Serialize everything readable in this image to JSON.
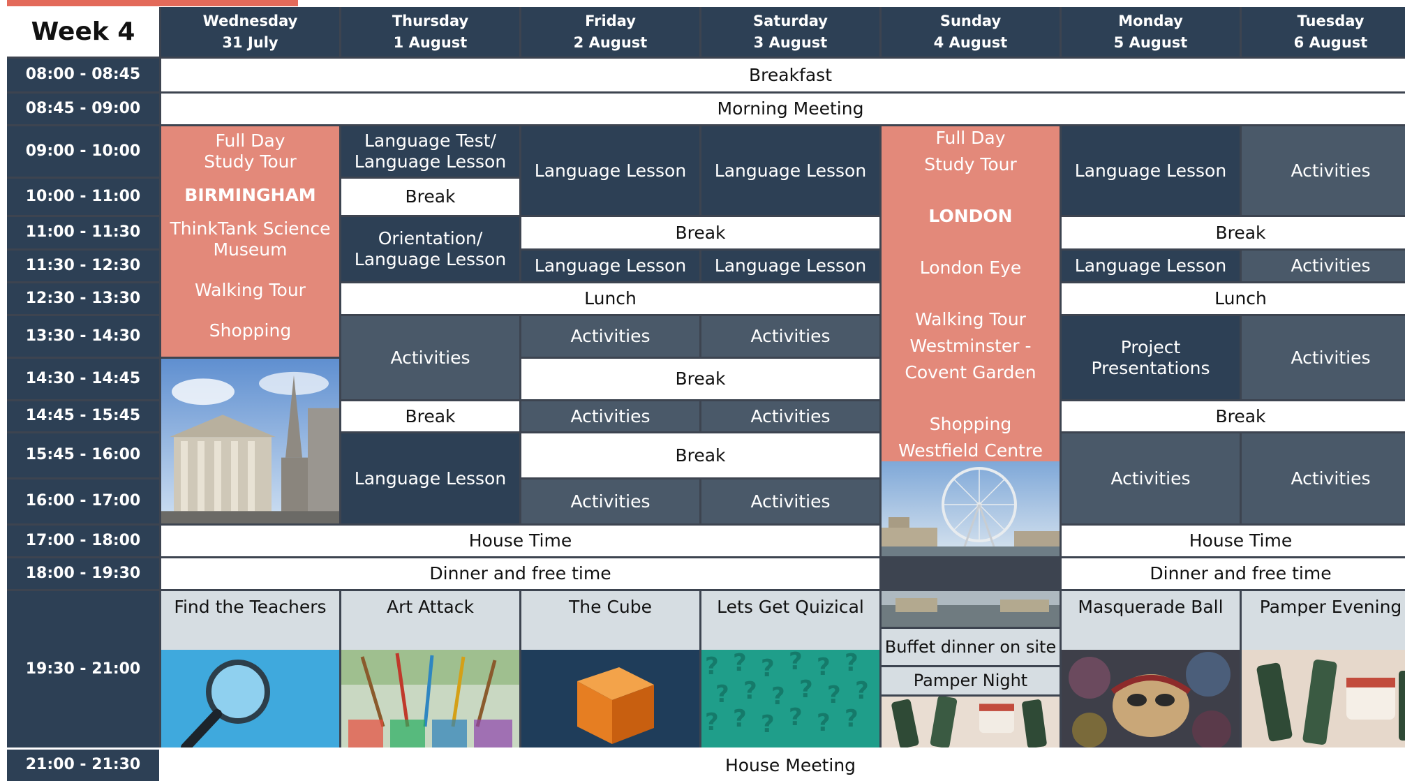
{
  "week_label": "Week 4",
  "days": [
    {
      "day": "Wednesday",
      "date": "31 July"
    },
    {
      "day": "Thursday",
      "date": "1 August"
    },
    {
      "day": "Friday",
      "date": "2 August"
    },
    {
      "day": "Saturday",
      "date": "3 August"
    },
    {
      "day": "Sunday",
      "date": "4 August"
    },
    {
      "day": "Monday",
      "date": "5 August"
    },
    {
      "day": "Tuesday",
      "date": "6 August"
    }
  ],
  "times": [
    "08:00 - 08:45",
    "08:45 - 09:00",
    "09:00 - 10:00",
    "10:00 - 11:00",
    "11:00 - 11:30",
    "11:30 - 12:30",
    "12:30 - 13:30",
    "13:30 - 14:30",
    "14:30 - 14:45",
    "14:45 - 15:45",
    "15:45 - 16:00",
    "16:00 - 17:00",
    "17:00 - 18:00",
    "18:00 - 19:30",
    "19:30 - 21:00",
    "21:00 - 21:30"
  ],
  "events": {
    "breakfast": "Breakfast",
    "morning_meeting": "Morning Meeting",
    "wed_tour": [
      "Full Day",
      "Study Tour",
      "BIRMINGHAM",
      "ThinkTank Science",
      "Museum",
      "Walking Tour",
      "Shopping"
    ],
    "sun_tour": [
      "Full Day",
      "Study Tour",
      "LONDON",
      "London Eye",
      "Walking Tour",
      "Westminster -",
      "Covent Garden",
      "Shopping",
      "Westfield Centre"
    ],
    "language_test": "Language Test/ Language Lesson",
    "language_lesson": "Language Lesson",
    "activities": "Activities",
    "break": "Break",
    "orientation": "Orientation/ Language Lesson",
    "lunch": "Lunch",
    "project": "Project Presentations",
    "house_time": "House Time",
    "dinner": "Dinner and free time",
    "house_meeting": "House Meeting",
    "buffet": "Buffet dinner on site",
    "pamper_night": "Pamper Night"
  },
  "evening": [
    {
      "title": "Find the Teachers",
      "image": "magnifying-glass"
    },
    {
      "title": "Art Attack",
      "image": "paint-brushes"
    },
    {
      "title": "The Cube",
      "image": "orange-cube"
    },
    {
      "title": "Lets Get Quizical",
      "image": "question-marks"
    },
    {
      "title": "Masquerade Ball",
      "image": "masks"
    },
    {
      "title": "Pamper Evening",
      "image": "cosmetics"
    }
  ],
  "colors": {
    "dark": "#2d4055",
    "slate": "#4a5969",
    "coral": "#e3897a",
    "light": "#d6dde2",
    "white": "#ffffff"
  }
}
